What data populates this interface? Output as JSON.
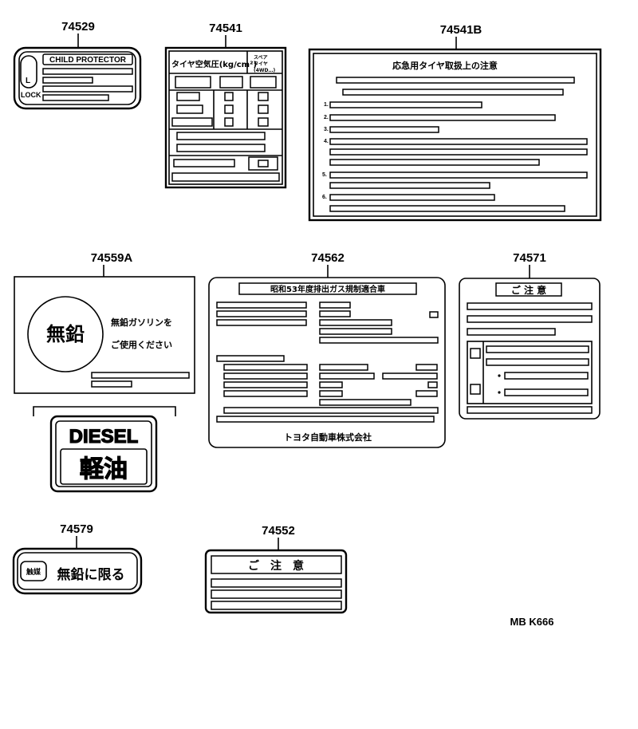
{
  "part_numbers": {
    "p74529": "74529",
    "p74541": "74541",
    "p74541b": "74541B",
    "p74559a": "74559A",
    "p74562": "74562",
    "p74571": "74571",
    "p74579": "74579",
    "p74552": "74552"
  },
  "label_74529": {
    "title": "CHILD PROTECTOR",
    "lock_short": "L",
    "lock_text": "LOCK"
  },
  "label_74541": {
    "header": "タイヤ空気圧(kg/cm²)",
    "side_header": "スペア\nタイヤ\n(4WD…)"
  },
  "label_74541b": {
    "title": "応急用タイヤ取扱上の注意",
    "items": [
      "1.",
      "2.",
      "3.",
      "4.",
      "5.",
      "6."
    ]
  },
  "label_74559a": {
    "circle_text": "無鉛",
    "line1": "無鉛ガソリンを",
    "line2": "ご使用ください"
  },
  "label_diesel": {
    "top": "DIESEL",
    "bottom": "軽油"
  },
  "label_74562": {
    "title": "昭和53年度排出ガス規制適合車",
    "footer": "トヨタ自動車株式会社"
  },
  "label_74571": {
    "title": "ご 注 意"
  },
  "label_74579": {
    "badge": "触媒",
    "text": "無鉛に限る"
  },
  "label_74552": {
    "title": "ご　注　意"
  },
  "diagram_code": "MB K666"
}
